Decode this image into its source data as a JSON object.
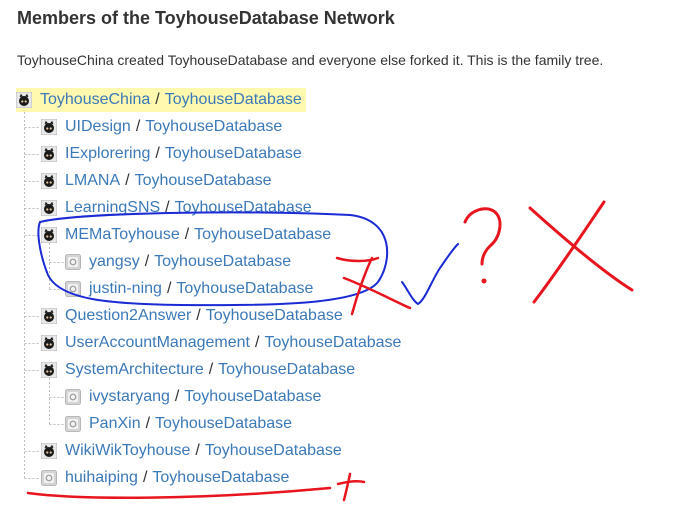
{
  "header": {
    "title": "Members of the ToyhouseDatabase Network",
    "description": "ToyhouseChina created ToyhouseDatabase and everyone else forked it. This is the family tree."
  },
  "tree": {
    "separator": "/",
    "nodes": [
      {
        "owner": "ToyhouseChina",
        "repo": "ToyhouseDatabase",
        "depth": 0,
        "icon": "octocat-avatar-icon",
        "highlight": true
      },
      {
        "owner": "UIDesign",
        "repo": "ToyhouseDatabase",
        "depth": 1,
        "icon": "octocat-avatar-icon"
      },
      {
        "owner": "IExplorering",
        "repo": "ToyhouseDatabase",
        "depth": 1,
        "icon": "octocat-avatar-icon"
      },
      {
        "owner": "LMANA",
        "repo": "ToyhouseDatabase",
        "depth": 1,
        "icon": "octocat-avatar-icon"
      },
      {
        "owner": "LearningSNS",
        "repo": "ToyhouseDatabase",
        "depth": 1,
        "icon": "octocat-avatar-icon"
      },
      {
        "owner": "MEMaToyhouse",
        "repo": "ToyhouseDatabase",
        "depth": 1,
        "icon": "octocat-avatar-icon"
      },
      {
        "owner": "yangsy",
        "repo": "ToyhouseDatabase",
        "depth": 2,
        "icon": "default-avatar-icon"
      },
      {
        "owner": "justin-ning",
        "repo": "ToyhouseDatabase",
        "depth": 2,
        "icon": "default-avatar-icon"
      },
      {
        "owner": "Question2Answer",
        "repo": "ToyhouseDatabase",
        "depth": 1,
        "icon": "octocat-avatar-icon"
      },
      {
        "owner": "UserAccountManagement",
        "repo": "ToyhouseDatabase",
        "depth": 1,
        "icon": "octocat-avatar-icon"
      },
      {
        "owner": "SystemArchitecture",
        "repo": "ToyhouseDatabase",
        "depth": 1,
        "icon": "octocat-avatar-icon"
      },
      {
        "owner": "ivystaryang",
        "repo": "ToyhouseDatabase",
        "depth": 2,
        "icon": "default-avatar-icon"
      },
      {
        "owner": "PanXin",
        "repo": "ToyhouseDatabase",
        "depth": 2,
        "icon": "default-avatar-icon"
      },
      {
        "owner": "WikiWikToyhouse",
        "repo": "ToyhouseDatabase",
        "depth": 1,
        "icon": "octocat-avatar-icon"
      },
      {
        "owner": "huihaiping",
        "repo": "ToyhouseDatabase",
        "depth": 1,
        "icon": "default-avatar-icon"
      }
    ]
  },
  "colors": {
    "link": "#3b79b8",
    "text": "#333333",
    "highlight": "#fff9b0",
    "tree_line": "#bbbbbb",
    "annotation_blue": "#1a2ad4",
    "annotation_red": "#e8141e"
  }
}
